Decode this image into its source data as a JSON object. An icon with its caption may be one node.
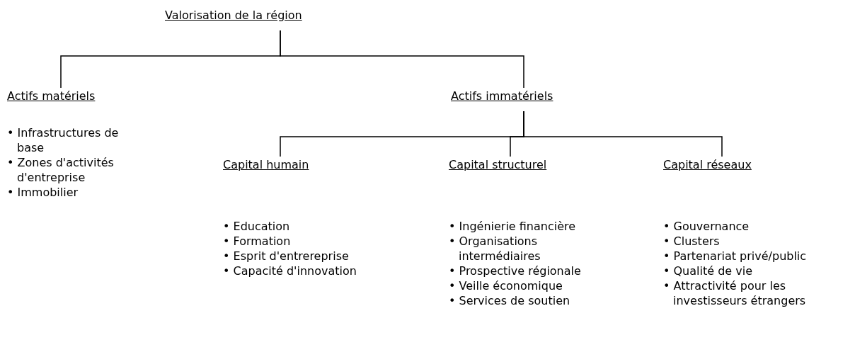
{
  "diagram": {
    "nodes": [
      {
        "text": [
          "Valorisation de la région"
        ]
      },
      {
        "text": [
          "Actifs matériels"
        ],
        "beside": [
          "• Infrastructures de base",
          "• Zones d'activités d'entreprise",
          "• Immobilier"
        ]
      },
      {
        "text": [
          "Actifs immatériels"
        ]
      },
      {
        "text": [
          "Capital humain"
        ],
        "beside": [
          "• Education",
          "• Formation",
          "• Esprit d'entrereprise",
          "• Capacité d'innovation"
        ]
      },
      {
        "text": [
          "Capital structurel"
        ],
        "beside": [
          "• Ingénierie financière",
          "• Organisations intermédiaires",
          "• Prospective régionale",
          "• Veille économique",
          "• Services de soutien"
        ]
      },
      {
        "text": [
          "Capital réseaux"
        ],
        "beside": [
          "• Gouvernance",
          "• Clusters",
          "• Partenariat privé/public",
          "• Qualité de vie",
          "• Attractivité pour les investisseurs étrangers"
        ]
      }
    ],
    "edges": [
      {
        "from": 0,
        "to": 1,
        "arrow": "none"
      },
      {
        "from": 0,
        "to": 2,
        "arrow": "none"
      },
      {
        "from": 2,
        "to": 3,
        "arrow": "none"
      },
      {
        "from": 2,
        "to": 4,
        "arrow": "none"
      },
      {
        "from": 2,
        "to": 5,
        "arrow": "none"
      }
    ]
  }
}
